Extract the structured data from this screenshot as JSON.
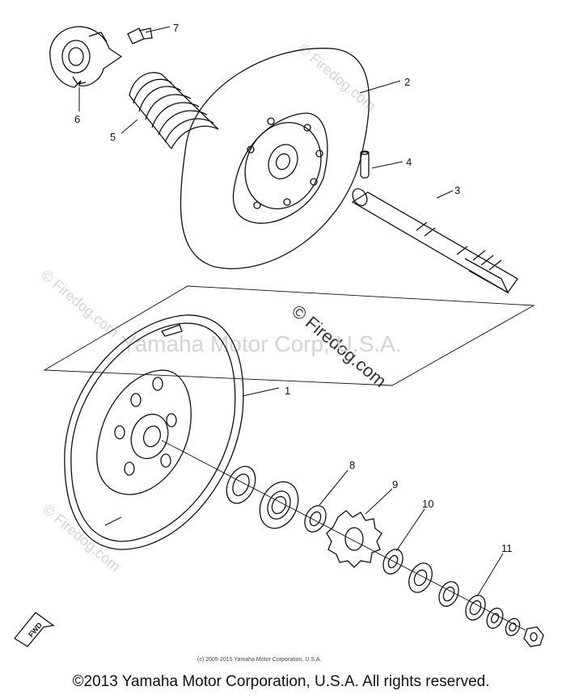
{
  "watermarks": {
    "firedog_main": "© Firedog.com",
    "yamaha": "Yamaha Motor Corp, U.S.A.",
    "firedog_small": "© Firedog.com"
  },
  "callouts": [
    "1",
    "2",
    "3",
    "4",
    "5",
    "6",
    "7",
    "8",
    "9",
    "10",
    "11"
  ],
  "fwd_label": "FWD",
  "small_copyright": "(c) 2005-2015 Yamaha Motor Corporation, U.S.A.",
  "footer_copyright": "©2013 Yamaha Motor Corporation, U.S.A. All rights reserved."
}
